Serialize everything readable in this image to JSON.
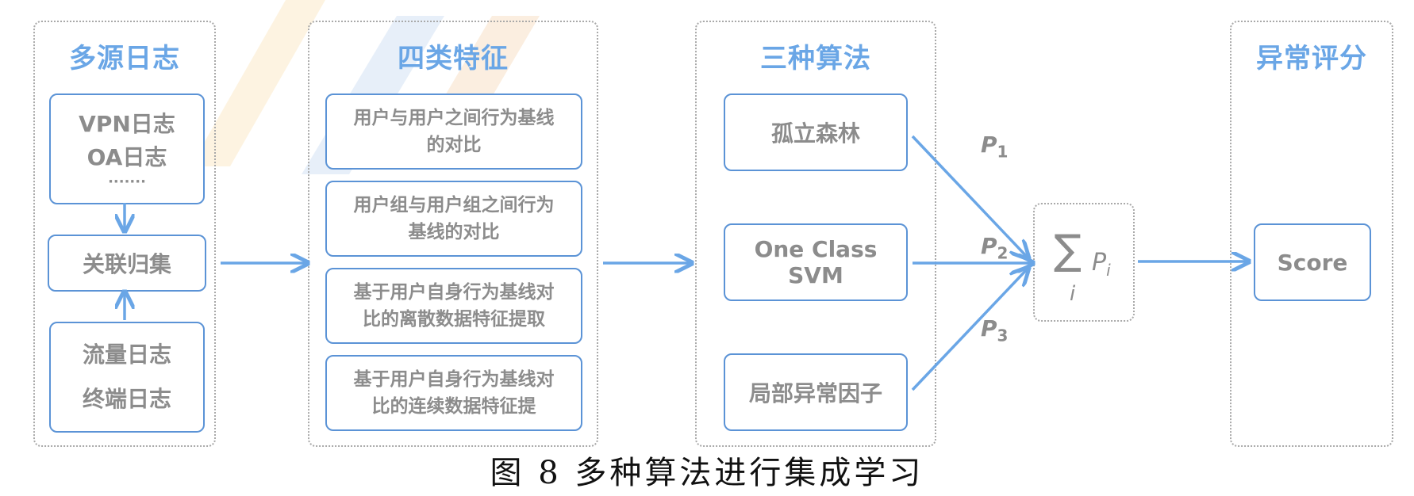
{
  "colors": {
    "accent": "#6aa6e6",
    "box_border": "#5b93d6",
    "muted_text": "#8c8c8c",
    "dotted": "#a9a9a9",
    "arrow": "#6aa6e6"
  },
  "panels": {
    "sources": {
      "title": "多源日志",
      "box_top": {
        "line1": "VPN日志",
        "line2": "OA日志",
        "line3": "·······"
      },
      "box_mid": "关联归集",
      "box_bottom": {
        "line1": "流量日志",
        "line2": "终端日志"
      }
    },
    "features": {
      "title": "四类特征",
      "items": [
        "用户与用户之间行为基线\n的对比",
        "用户组与用户组之间行为\n基线的对比",
        "基于用户自身行为基线对\n比的离散数据特征提取",
        "基于用户自身行为基线对\n比的连续数据特征提"
      ]
    },
    "algorithms": {
      "title": "三种算法",
      "items": [
        "孤立森林",
        "One Class SVM",
        "局部异常因子"
      ]
    },
    "weights": {
      "p": "P",
      "subs": [
        "1",
        "2",
        "3"
      ],
      "sum_symbol": "∑",
      "sum_index": "i",
      "sum_term": "P",
      "sum_term_sub": "i"
    },
    "score": {
      "title": "异常评分",
      "label": "Score"
    }
  },
  "caption": "图 8  多种算法进行集成学习"
}
